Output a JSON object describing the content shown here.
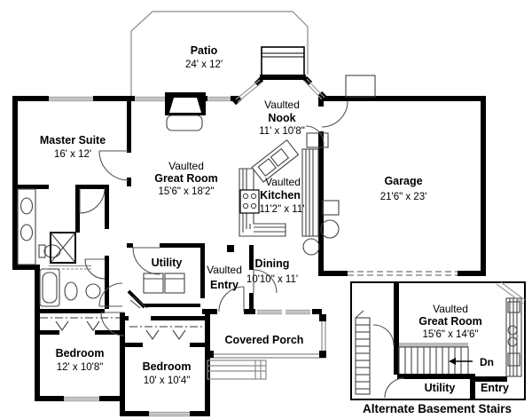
{
  "plan": {
    "title": "House floor plan with alternate basement stairs inset",
    "rooms": {
      "patio": {
        "name": "Patio",
        "dims": "24' x 12'"
      },
      "nook": {
        "prefix": "Vaulted",
        "name": "Nook",
        "dims": "11' x 10'8\""
      },
      "master": {
        "name": "Master Suite",
        "dims": "16' x 12'"
      },
      "great_room": {
        "prefix": "Vaulted",
        "name": "Great Room",
        "dims": "15'6\" x 18'2\""
      },
      "kitchen": {
        "prefix": "Vaulted",
        "name": "Kitchen",
        "dims": "11'2\" x 11'"
      },
      "garage": {
        "name": "Garage",
        "dims": "21'6\" x 23'"
      },
      "utility": {
        "name": "Utility"
      },
      "entry": {
        "prefix": "Vaulted",
        "name": "Entry"
      },
      "dining": {
        "name": "Dining",
        "dims": "10'10\" x 11'"
      },
      "bedroom1": {
        "name": "Bedroom",
        "dims": "12' x 10'8\""
      },
      "bedroom2": {
        "name": "Bedroom",
        "dims": "10' x 10'4\""
      },
      "porch": {
        "name": "Covered Porch"
      }
    },
    "inset": {
      "great_room": {
        "prefix": "Vaulted",
        "name": "Great Room",
        "dims": "15'6\" x 14'6\""
      },
      "dn_label": "Dn",
      "utility": "Utility",
      "entry": "Entry",
      "caption": "Alternate Basement Stairs"
    },
    "colors": {
      "wall": "#000000",
      "thin_line": "#444444",
      "gray_line": "#8a8a8a",
      "window": "#9a9a9a",
      "background": "#ffffff"
    }
  }
}
